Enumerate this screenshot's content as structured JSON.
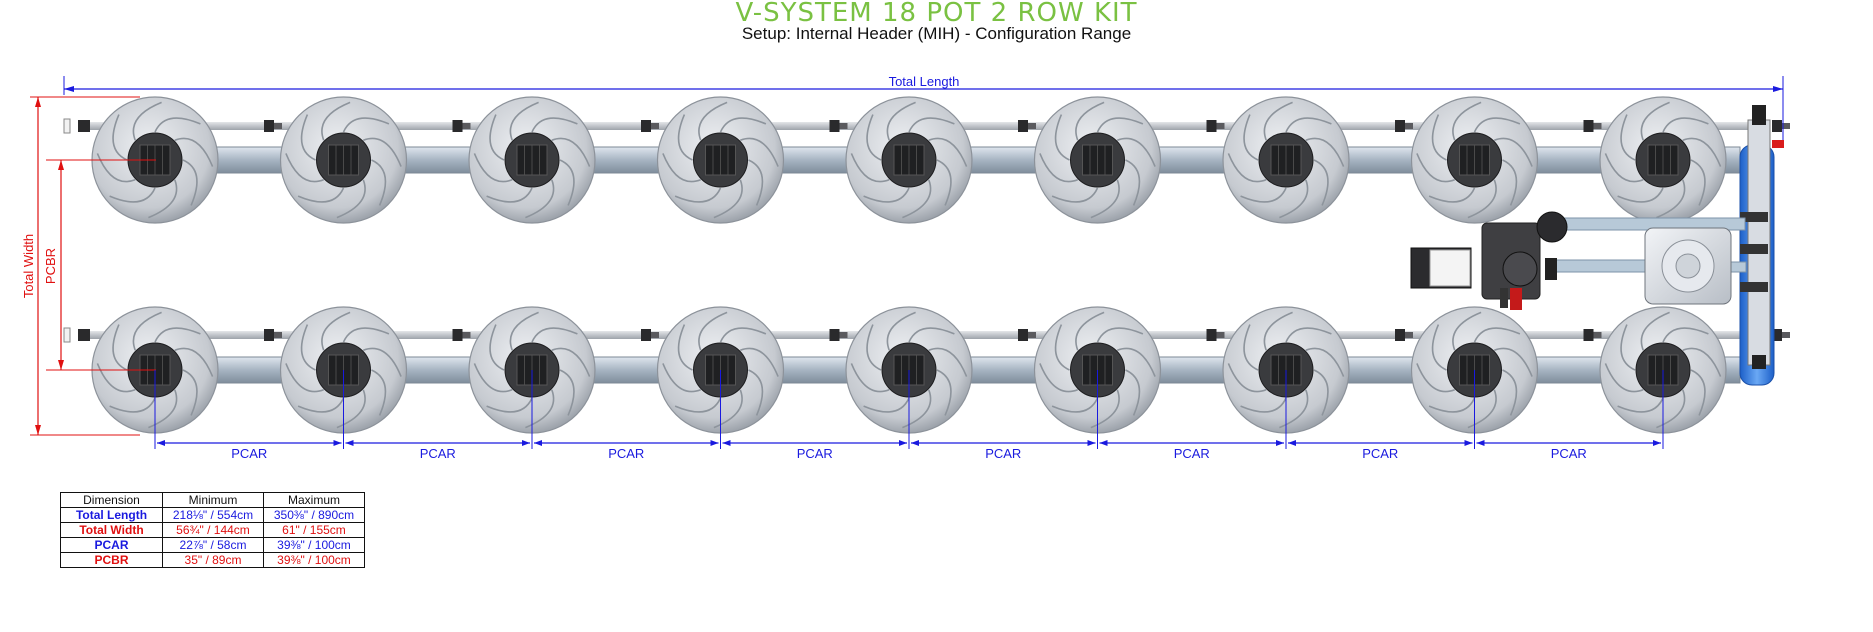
{
  "title": "V-SYSTEM 18 POT 2 ROW KIT",
  "subtitle": "Setup: Internal Header (MIH) - Configuration Range",
  "labels": {
    "total_length": "Total Length",
    "total_width": "Total Width",
    "pcbr": "PCBR",
    "pcar": "PCAR"
  },
  "colors": {
    "title": "#7ac142",
    "length": "#1a1adf",
    "width": "#e01010",
    "pot": "#c8ccd2",
    "pipe": "#a9b9c8",
    "header": "#3d7fe0"
  },
  "layout": {
    "pots_per_row": 9,
    "rows": 2
  },
  "table": {
    "headers": [
      "Dimension",
      "Minimum",
      "Maximum"
    ],
    "rows": [
      {
        "dimension": "Total Length",
        "minimum": "218⅛\" / 554cm",
        "maximum": "350⅜\" / 890cm",
        "color": "#1a1adf"
      },
      {
        "dimension": "Total Width",
        "minimum": "56¾\" / 144cm",
        "maximum": "61\" / 155cm",
        "color": "#e01010"
      },
      {
        "dimension": "PCAR",
        "minimum": "22⅞\" / 58cm",
        "maximum": "39⅜\" / 100cm",
        "color": "#1a1adf"
      },
      {
        "dimension": "PCBR",
        "minimum": "35\" / 89cm",
        "maximum": "39⅜\" / 100cm",
        "color": "#e01010"
      }
    ]
  }
}
